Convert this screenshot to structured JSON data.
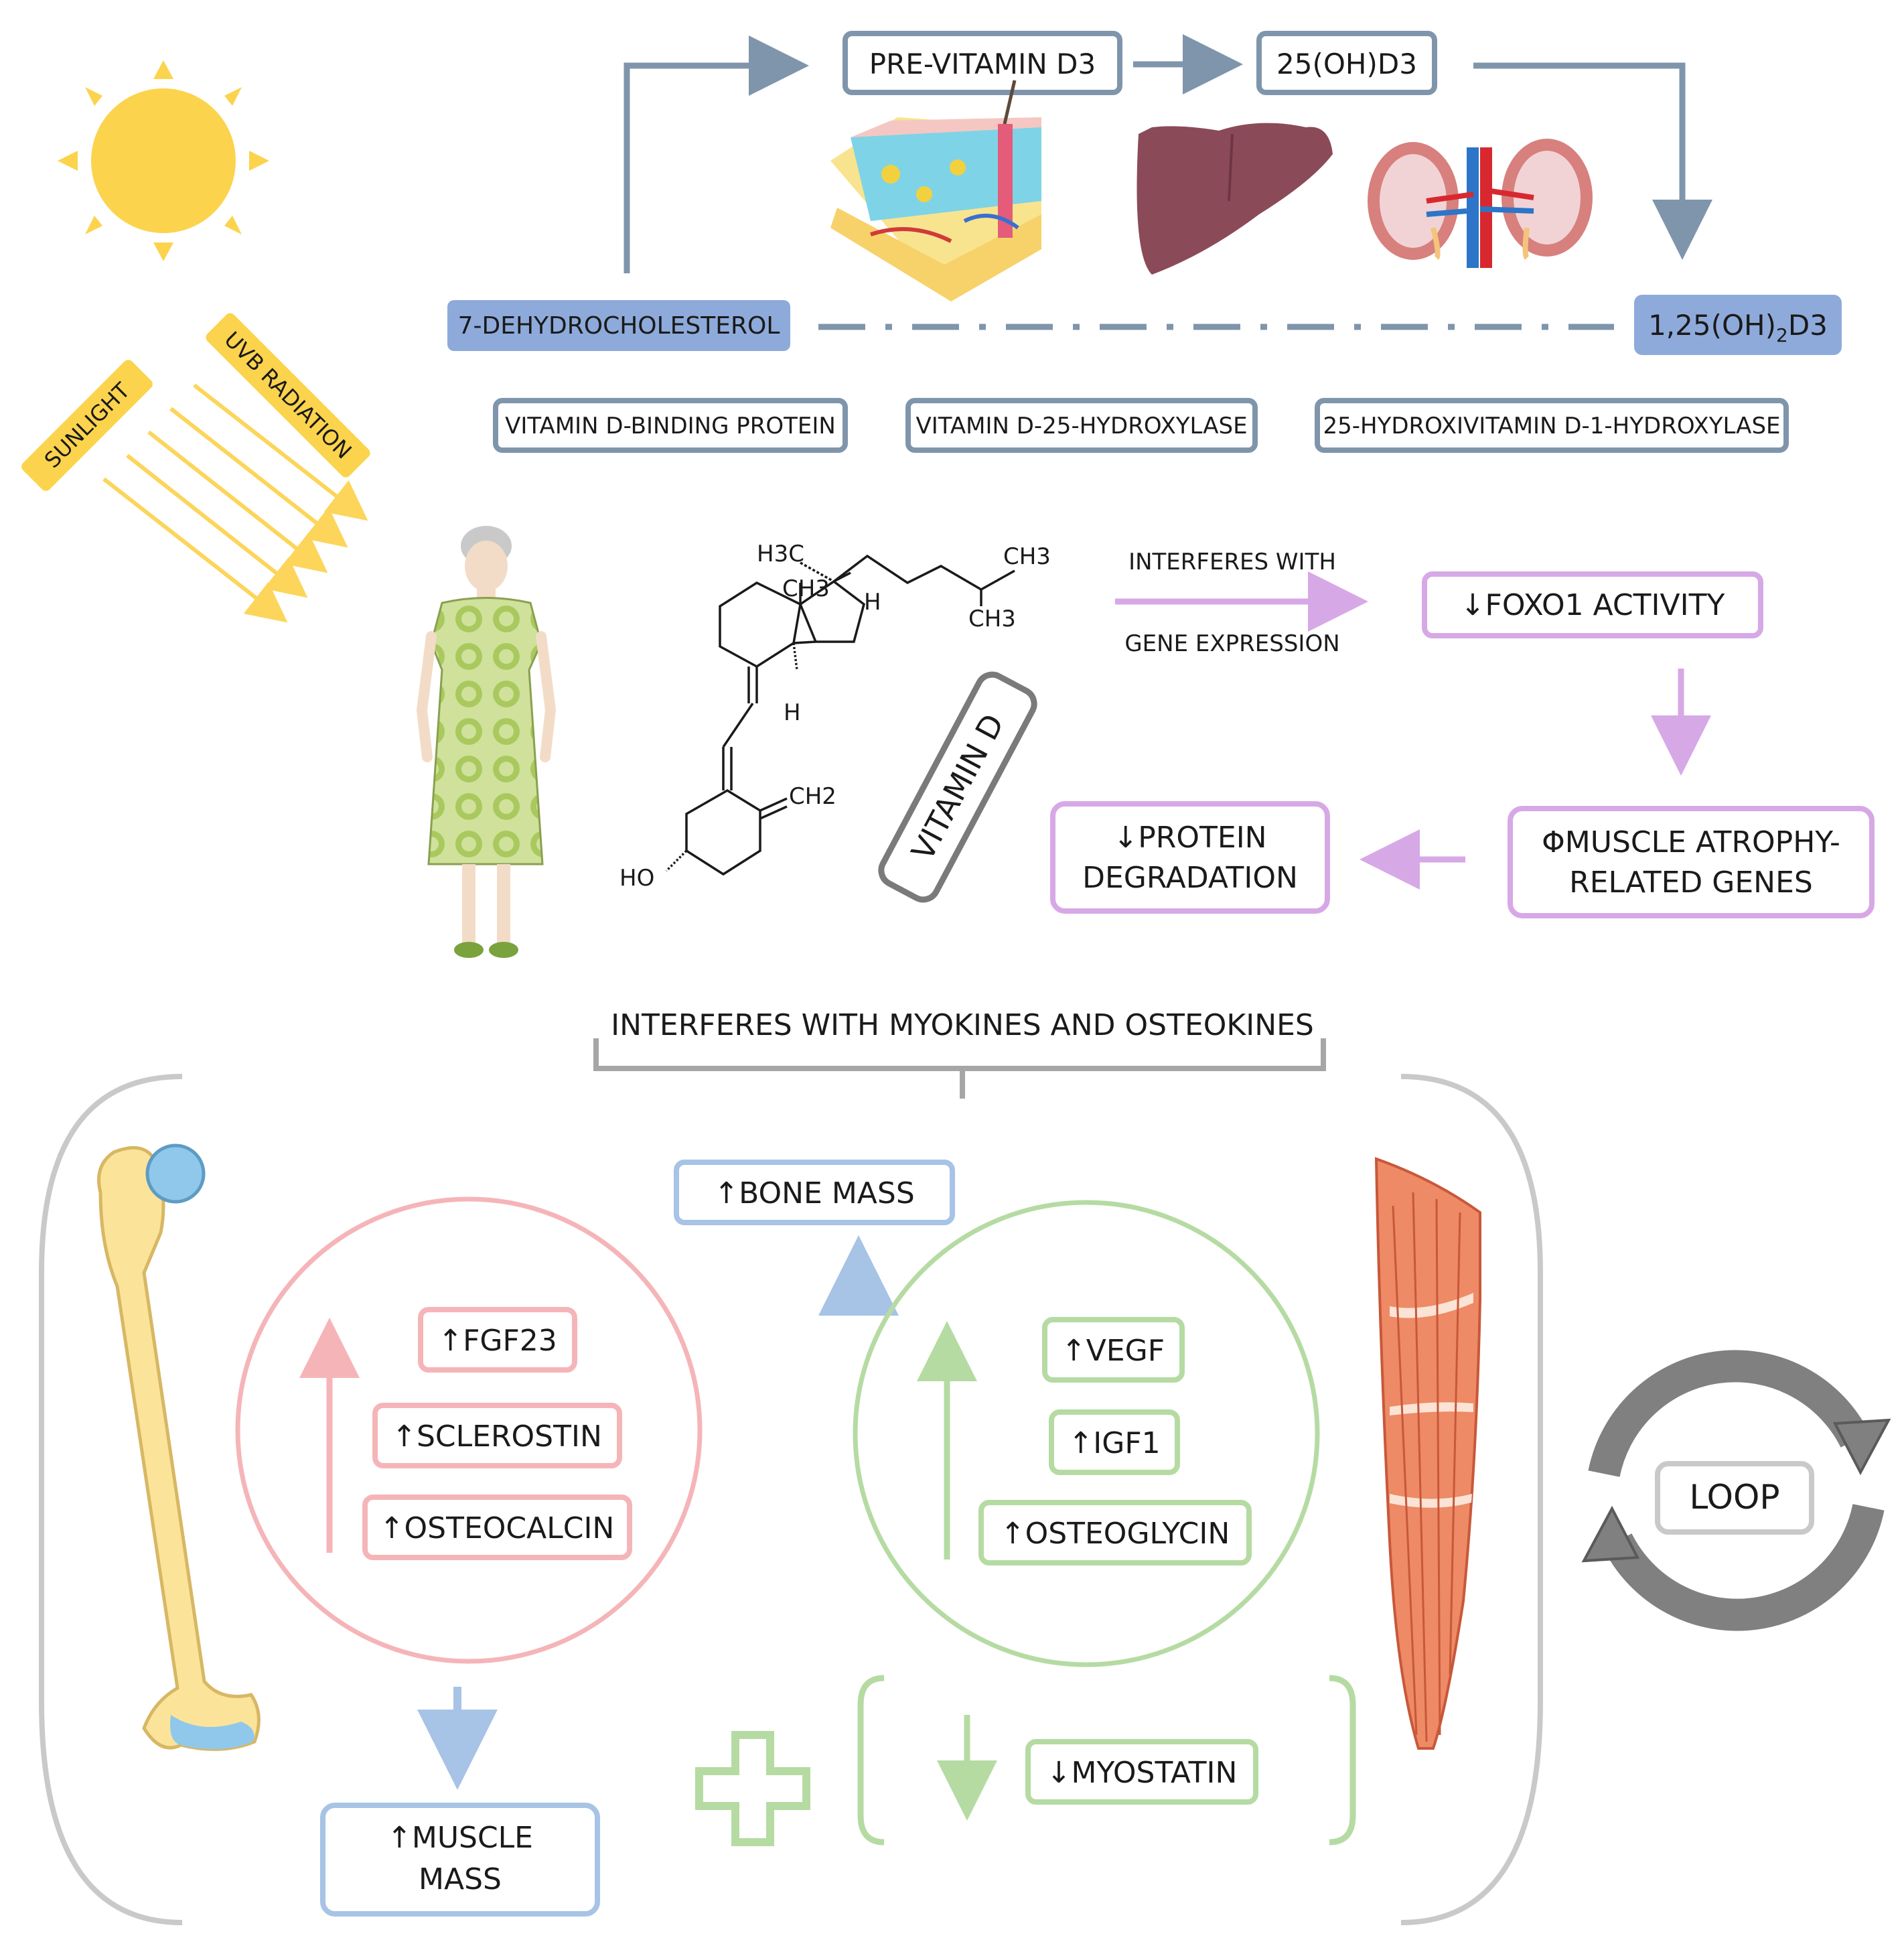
{
  "labels": {
    "pre_vitamin_d3": "PRE-VITAMIN D3",
    "d25oh": "25(OH)D3",
    "dehydro": "7-DEHYDROCHOLESTEROL",
    "calcitriol_a": "1,25(OH)",
    "calcitriol_sub": "2",
    "calcitriol_b": "D3",
    "dbp": "VITAMIN D-BINDING PROTEIN",
    "hydroxylase25": "VITAMIN D-25-HYDROXYLASE",
    "hydroxylase1": "25-HYDROXIVITAMIN D-1-HYDROXYLASE",
    "sunlight": "SUNLIGHT",
    "uvb": "UVB RADIATION",
    "vitamin_d": "VITAMIN D",
    "interferes_with": "INTERFERES WITH",
    "gene_expression": "GENE EXPRESSION",
    "foxo1": "↓FOXO1 ACTIVITY",
    "atrophy_1": "ΦMUSCLE ATROPHY-",
    "atrophy_2": "RELATED GENES",
    "protein_1": "↓PROTEIN",
    "protein_2": "DEGRADATION",
    "myo_osteo": "INTERFERES WITH MYOKINES AND OSTEOKINES",
    "bone_mass": "↑BONE MASS",
    "fgf23": "↑FGF23",
    "sclerostin": "↑SCLEROSTIN",
    "osteocalcin": "↑OSTEOCALCIN",
    "vegf": "↑VEGF",
    "igf1": "↑IGF1",
    "osteoglycin": "↑OSTEOGLYCIN",
    "myostatin": "↓MYOSTATIN",
    "muscle_mass_1": "↑MUSCLE",
    "muscle_mass_2": "MASS",
    "loop": "LOOP"
  },
  "chem": {
    "h3c": "H3C",
    "ch3_top": "CH3",
    "ch3_mid": "CH3",
    "ch3_ring": "CH3",
    "h_top": "H",
    "h_bottom": "H",
    "ch2": "CH2",
    "ho": "HO"
  },
  "colors": {
    "steel": "#7f95ab",
    "blue_fill": "#8eaadb",
    "purple": "#d7a8e6",
    "pink": "#f5b5b8",
    "green": "#b5dba3",
    "light_blue": "#a7c3e6",
    "gray": "#c9c9c9",
    "sun": "#fcd34d",
    "ray": "#fcd55a"
  }
}
